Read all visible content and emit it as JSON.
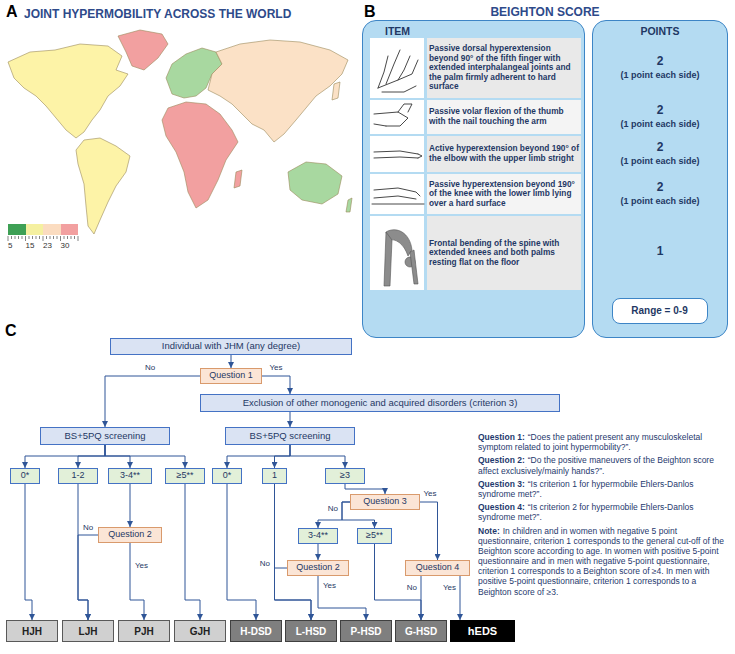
{
  "diagram": {
    "nodes": [
      {
        "text": [
          "ITEM"
        ]
      },
      {
        "text": [
          "POINTS"
        ]
      },
      {
        "text": [
          "Range = 0-9"
        ],
        "in": 1
      },
      {
        "text": [
          "Individual with JHM (any degree)"
        ]
      },
      {
        "text": [
          "Question 1"
        ]
      },
      {
        "text": [
          "Exclusion of other monogenic and acquired disorders (criterion 3)"
        ]
      },
      {
        "text": [
          "BS+5PQ screening"
        ]
      },
      {
        "text": [
          "BS+5PQ screening"
        ]
      },
      {
        "text": [
          "0*"
        ]
      },
      {
        "text": [
          "1-2"
        ]
      },
      {
        "text": [
          "3-4**"
        ]
      },
      {
        "text": [
          "≥5**"
        ]
      },
      {
        "text": [
          "Question 2"
        ]
      },
      {
        "text": [
          "HJH"
        ]
      },
      {
        "text": [
          "LJH"
        ]
      },
      {
        "text": [
          "PJH"
        ]
      },
      {
        "text": [
          "GJH"
        ]
      },
      {
        "text": [
          "0*"
        ]
      },
      {
        "text": [
          "1"
        ]
      },
      {
        "text": [
          "≥3"
        ]
      },
      {
        "text": [
          "Question 3"
        ]
      },
      {
        "text": [
          "3-4**"
        ]
      },
      {
        "text": [
          "≥5**"
        ]
      },
      {
        "text": [
          "Question 2"
        ]
      },
      {
        "text": [
          "Question 4"
        ]
      },
      {
        "text": [
          "H-DSD"
        ]
      },
      {
        "text": [
          "L-HSD"
        ]
      },
      {
        "text": [
          "P-HSD"
        ]
      },
      {
        "text": [
          "G-HSD"
        ]
      },
      {
        "text": [
          "hEDS"
        ]
      }
    ],
    "edges": [
      {
        "from": 3,
        "to": 4,
        "arrow": "to"
      },
      {
        "from": 4,
        "to": 6,
        "label": "No",
        "arrow": "to"
      },
      {
        "from": 4,
        "to": 5,
        "label": "Yes",
        "arrow": "to"
      },
      {
        "from": 5,
        "to": 7,
        "arrow": "to"
      },
      {
        "from": 6,
        "to": 8,
        "arrow": "to"
      },
      {
        "from": 6,
        "to": 9,
        "arrow": "to"
      },
      {
        "from": 6,
        "to": 10,
        "arrow": "to"
      },
      {
        "from": 6,
        "to": 11,
        "arrow": "to"
      },
      {
        "from": 8,
        "to": 13,
        "arrow": "to"
      },
      {
        "from": 9,
        "to": 14,
        "arrow": "to"
      },
      {
        "from": 10,
        "to": 12,
        "arrow": "to"
      },
      {
        "from": 12,
        "to": 14,
        "label": "No",
        "arrow": "to"
      },
      {
        "from": 12,
        "to": 15,
        "label": "Yes",
        "arrow": "to"
      },
      {
        "from": 11,
        "to": 16,
        "arrow": "to"
      },
      {
        "from": 7,
        "to": 17,
        "arrow": "to"
      },
      {
        "from": 7,
        "to": 18,
        "arrow": "to"
      },
      {
        "from": 7,
        "to": 19,
        "arrow": "to"
      },
      {
        "from": 17,
        "to": 25,
        "arrow": "to"
      },
      {
        "from": 18,
        "to": 26,
        "arrow": "to"
      },
      {
        "from": 19,
        "to": 20,
        "arrow": "to"
      },
      {
        "from": 20,
        "to": 21,
        "label": "No",
        "arrow": "to"
      },
      {
        "from": 20,
        "to": 22,
        "arrow": "to"
      },
      {
        "from": 20,
        "to": 24,
        "label": "Yes",
        "arrow": "to"
      },
      {
        "from": 21,
        "to": 23,
        "arrow": "to"
      },
      {
        "from": 23,
        "to": 26,
        "label": "No",
        "arrow": "to"
      },
      {
        "from": 23,
        "to": 27,
        "label": "Yes",
        "arrow": "to"
      },
      {
        "from": 22,
        "to": 28,
        "arrow": "to"
      },
      {
        "from": 24,
        "to": 28,
        "label": "No",
        "arrow": "to"
      },
      {
        "from": 24,
        "to": 29,
        "label": "Yes",
        "arrow": "to"
      }
    ],
    "labels": [
      "A",
      "JOINT HYPERMOBILITY ACROSS THE WORLD",
      "%",
      "B",
      "BEIGHTON SCORE",
      "Passive dorsal hyperextension beyond 90° of the fifth finger with extended interphalangeal joints and the palm firmly adherent to hard surface",
      "2",
      "(1 point each side)",
      "Passive volar flexion of the thumb with the nail touching the arm",
      "2",
      "(1 point each side)",
      "Active hyperextension beyond 190° of the elbow with the upper limb stright",
      "2",
      "(1 point each side)",
      "Passive hyperextension beyond 190° of the knee with the lower limb lying over a hard surface",
      "2",
      "(1 point each side)",
      "Frontal bending of the spine with extended knees and both palms resting flat on the floor",
      "1",
      "C",
      "Question 1:",
      "“Does the patient present any musculoskeletal symptom related to joint hypermobility?”.",
      "Question 2:",
      "“Do the positive maneuvers of the Beighton score affect exclusively/mainly hands?”.",
      "Question 3:",
      "“Is criterion 1 for hypermobile Ehlers-Danlos syndrome met?”.",
      "Question 4:",
      "“Is criterion 2 for hypermobile Ehlers-Danlos syndrome met?”.",
      "Note:",
      "In children and in women with negative 5 point questionnaire, criterion 1 corresponds to the general cut-off of the Beighton score according to age. In women with positive 5-point questionnaire and in men with negative 5-point questionnaire, criterion 1 corresponds to a Beighton score of ≥4. In men with positive 5-point questionnaire, criterion 1 corresponds to a Beighton score of ≥3."
    ],
    "legend": [
      {
        "text": "5",
        "color": "#3ea055"
      },
      {
        "text": "15",
        "color": "#f5f0a0"
      },
      {
        "text": "23",
        "color": "#fbdcc0"
      },
      {
        "text": "30",
        "color": "#f2a0a0"
      }
    ]
  }
}
